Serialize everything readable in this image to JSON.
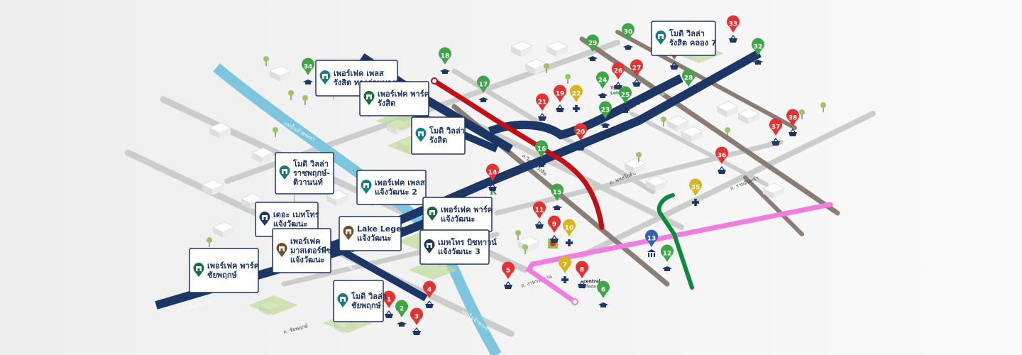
{
  "colors": {
    "background": "#f2f2f2",
    "road_main": "#1c3766",
    "road_grey": "#c9c9c9",
    "road_brown": "#8a7e74",
    "river": "#7ec6dd",
    "red_line": "#c10f16",
    "pink_line": "#ee7fe0",
    "green_line": "#0e8a3a",
    "pin_red": "#e3322f",
    "pin_green": "#3fa648",
    "pin_yellow": "#d9b321",
    "pin_blue": "#2f62a8",
    "sign_teal": "#157d84",
    "sign_green": "#1c6b3c",
    "sign_brown": "#6e4f2e"
  },
  "road_labels": {
    "chaiyapruek": "ถ. ชัยพฤกษ์",
    "ratchaphruek": "ถ.ราชพฤกษ์ สาย",
    "chaengwattana": "ถ. แจ้งวัฒนะ",
    "ngamwongwan": "ถ. งามวงศ์วาน",
    "vibhavadi": "ถ.วิภาวดีรังสิต",
    "phahonyothin": "ถ. พหลโยธิน",
    "ramintra": "ถ. รามอินทรา",
    "rangsit": "ถ. รังสิต-นครนายก"
  },
  "river_labels": {
    "upper": "แม่น้ำเจ้าพระยา",
    "lower": "แม่น้ำเจ้าพระยา"
  },
  "signs": [
    {
      "title": "เพอร์เฟค เพลส",
      "subtitle": "รังสิต ทางด่วนบางพูน",
      "icon": "house-icon"
    },
    {
      "title": "เพอร์เฟค พาร์ค",
      "subtitle": "รังสิต",
      "icon": "house-icon"
    },
    {
      "title": "โมดิ วิลล่า",
      "subtitle": "รังสิต",
      "icon": "townhouse-icon"
    },
    {
      "title": "โมดิ วิลล่า",
      "subtitle": "รังสิต คลอง 7",
      "icon": "townhouse-icon"
    },
    {
      "title": "โมดิ วิลล่า",
      "subtitle": "ราชพฤกษ์-",
      "subtitle2": "ติวานนท์",
      "icon": "townhouse-icon"
    },
    {
      "title": "เพอร์เฟค เพลส",
      "subtitle": "แจ้งวัฒนะ 2",
      "icon": "house-icon"
    },
    {
      "title": "เพอร์เฟค พาร์ค",
      "subtitle": "แจ้งวัฒนะ",
      "icon": "house-icon"
    },
    {
      "title": "เดอะ เมทโทร",
      "subtitle": "แจ้งวัฒนะ",
      "icon": "townhouse-icon"
    },
    {
      "title": "Lake Legend",
      "subtitle": "แจ้งวัฒนะ",
      "icon": "house-icon"
    },
    {
      "title": "เพอร์เฟค",
      "subtitle": "มาสเตอร์พีซ",
      "subtitle2": "แจ้งวัฒนะ",
      "icon": "house-icon"
    },
    {
      "title": "เพอร์เฟค พาร์ค",
      "subtitle": "ชัยพฤกษ์",
      "icon": "house-icon"
    },
    {
      "title": "เมทโทร บิซทาวน์",
      "subtitle": "แจ้งวัฒนะ 3",
      "icon": "townhouse-icon"
    },
    {
      "title": "โมดิ วิลล่า",
      "subtitle": "ชัยพฤกษ์",
      "icon": "townhouse-icon"
    }
  ],
  "pois": [
    {
      "n": "1",
      "color": "red",
      "kind": "shopping"
    },
    {
      "n": "2",
      "color": "green",
      "kind": "school"
    },
    {
      "n": "3",
      "color": "red",
      "kind": "shopping"
    },
    {
      "n": "4",
      "color": "red",
      "kind": "shopping"
    },
    {
      "n": "5",
      "color": "red",
      "kind": "shopping"
    },
    {
      "n": "6",
      "color": "green",
      "kind": "school"
    },
    {
      "n": "7",
      "color": "yellow",
      "kind": "hospital"
    },
    {
      "n": "8",
      "color": "red",
      "kind": "shopping"
    },
    {
      "n": "9",
      "color": "red",
      "kind": "shopping"
    },
    {
      "n": "10",
      "color": "yellow",
      "kind": "hospital"
    },
    {
      "n": "11",
      "color": "red",
      "kind": "shopping"
    },
    {
      "n": "12",
      "color": "green",
      "kind": "school"
    },
    {
      "n": "13",
      "color": "blue",
      "kind": "government"
    },
    {
      "n": "14",
      "color": "red",
      "kind": "shopping"
    },
    {
      "n": "15",
      "color": "green",
      "kind": "school"
    },
    {
      "n": "16",
      "color": "green",
      "kind": "school"
    },
    {
      "n": "17",
      "color": "green",
      "kind": "school"
    },
    {
      "n": "18",
      "color": "green",
      "kind": "school"
    },
    {
      "n": "19",
      "color": "red",
      "kind": "shopping"
    },
    {
      "n": "20",
      "color": "red",
      "kind": "shopping"
    },
    {
      "n": "21",
      "color": "red",
      "kind": "shopping"
    },
    {
      "n": "22",
      "color": "yellow",
      "kind": "hospital"
    },
    {
      "n": "23",
      "color": "green",
      "kind": "school"
    },
    {
      "n": "24",
      "color": "green",
      "kind": "school"
    },
    {
      "n": "25",
      "color": "green",
      "kind": "school"
    },
    {
      "n": "26",
      "color": "red",
      "kind": "shopping"
    },
    {
      "n": "27",
      "color": "red",
      "kind": "shopping"
    },
    {
      "n": "28",
      "color": "green",
      "kind": "school"
    },
    {
      "n": "29",
      "color": "green",
      "kind": "school"
    },
    {
      "n": "30",
      "color": "green",
      "kind": "school"
    },
    {
      "n": "31",
      "color": "red",
      "kind": "shopping"
    },
    {
      "n": "32",
      "color": "green",
      "kind": "school"
    },
    {
      "n": "33",
      "color": "red",
      "kind": "shopping"
    },
    {
      "n": "34",
      "color": "green",
      "kind": "school"
    },
    {
      "n": "35",
      "color": "yellow",
      "kind": "hospital"
    },
    {
      "n": "36",
      "color": "red",
      "kind": "shopping"
    },
    {
      "n": "37",
      "color": "red",
      "kind": "shopping"
    },
    {
      "n": "38",
      "color": "red",
      "kind": "shopping"
    }
  ],
  "landmarks": {
    "central_top": "central",
    "central_bottom": "plaza",
    "tesco_top": "TESCO",
    "tesco_bottom": "Lotus"
  }
}
